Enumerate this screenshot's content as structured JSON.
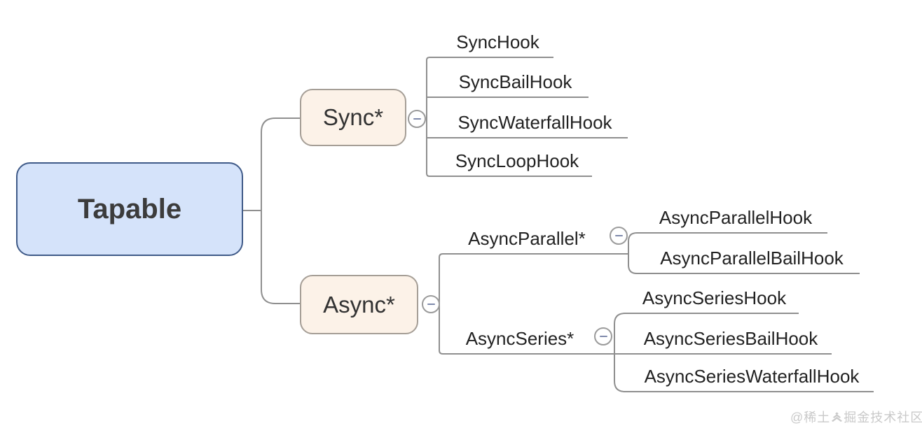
{
  "palette": {
    "background": "#ffffff",
    "root_fill": "#d5e3fa",
    "root_border": "#3f5a88",
    "branch_fill": "#fcf2e8",
    "branch_border": "#a59e96",
    "connector_line": "#8f8f8f",
    "node_text": "#3c3c3c",
    "leaf_text": "#222222",
    "collapse_ring": "#9b9b9b",
    "collapse_minus": "#7e89ab",
    "watermark_text": "#c9c9c9"
  },
  "nodes": {
    "root": "Tapable",
    "sync": {
      "label": "Sync*",
      "children": [
        "SyncHook",
        "SyncBailHook",
        "SyncWaterfallHook",
        "SyncLoopHook"
      ]
    },
    "async": {
      "label": "Async*",
      "children": [
        {
          "label": "AsyncParallel*",
          "children": [
            "AsyncParallelHook",
            "AsyncParallelBailHook"
          ]
        },
        {
          "label": "AsyncSeries*",
          "children": [
            "AsyncSeriesHook",
            "AsyncSeriesBailHook",
            "AsyncSeriesWaterfallHook"
          ]
        }
      ]
    }
  },
  "icons": {
    "collapse": "minus-circle-icon",
    "watermark_logo": "juejin-logo-icon"
  },
  "watermark": {
    "prefix": "@稀土",
    "suffix": "掘金技术社区"
  }
}
